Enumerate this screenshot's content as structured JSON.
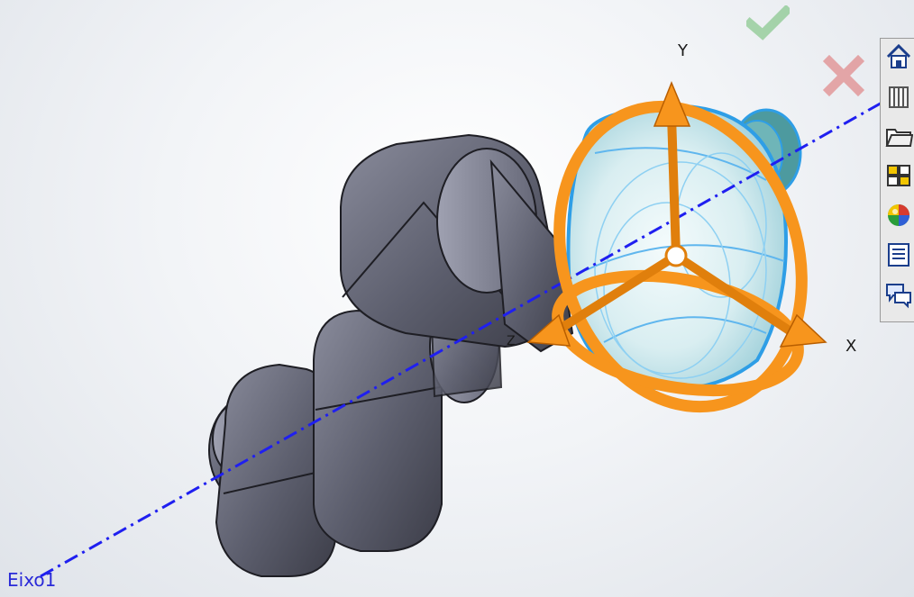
{
  "triad": {
    "y_label": "Y",
    "x_label": "X",
    "z_label": "Z"
  },
  "axis_name": "Eixo1",
  "confirm": {
    "ok_icon": "green-checkmark",
    "cancel_icon": "red-x"
  },
  "task_pane": {
    "items": [
      {
        "icon": "home-icon"
      },
      {
        "icon": "design-library-icon"
      },
      {
        "icon": "file-explorer-icon"
      },
      {
        "icon": "view-palette-icon"
      },
      {
        "icon": "appearances-icon"
      },
      {
        "icon": "custom-properties-icon"
      },
      {
        "icon": "forum-icon"
      }
    ]
  },
  "colors": {
    "model_gray": "#5c5e6d",
    "selected_part": "#cfe8ec",
    "selection_outline": "#2e9ee6",
    "triad_orange": "#f7951d",
    "axis_line": "#1f1ff0",
    "ok_green": "#4caf50",
    "cancel_red": "#d94b4b"
  }
}
